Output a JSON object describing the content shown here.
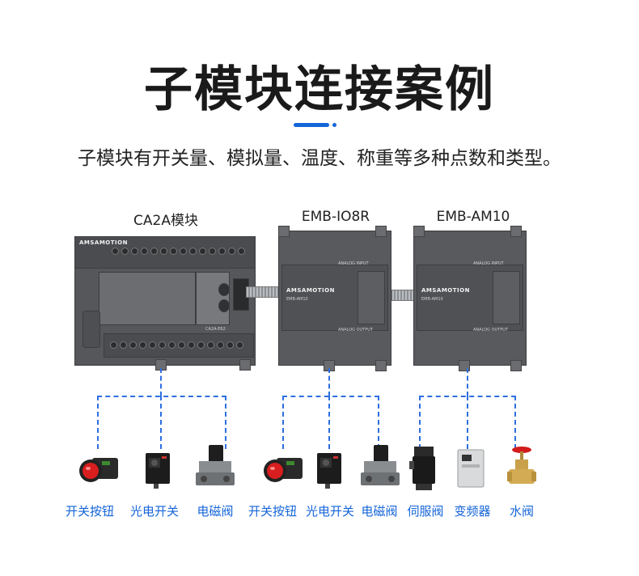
{
  "title": "子模块连接案例",
  "subtitle": "子模块有开关量、模拟量、温度、称重等多种点数和类型。",
  "accent_color": "#1565d8",
  "modules": [
    {
      "label": "CA2A模块",
      "brand": "AMSAMOTION",
      "model": "CA2A-E62"
    },
    {
      "label": "EMB-IO8R",
      "brand": "AMSAMOTION",
      "model": "EMB-AM10",
      "text_top": "ANALOG INPUT",
      "text_bottom": "ANALOG OUTPUT"
    },
    {
      "label": "EMB-AM10",
      "brand": "AMSAMOTION",
      "model": "EMB-AM10",
      "text_top": "ANALOG INPUT",
      "text_bottom": "ANALOG OUTPUT"
    }
  ],
  "devices": [
    {
      "label": "开关按钮",
      "icon": "push-button-icon"
    },
    {
      "label": "光电开关",
      "icon": "photoelectric-switch-icon"
    },
    {
      "label": "电磁阀",
      "icon": "solenoid-valve-icon"
    },
    {
      "label": "开关按钮",
      "icon": "push-button-icon"
    },
    {
      "label": "光电开关",
      "icon": "photoelectric-switch-icon"
    },
    {
      "label": "电磁阀",
      "icon": "solenoid-valve-icon"
    },
    {
      "label": "伺服阀",
      "icon": "servo-motor-icon"
    },
    {
      "label": "变频器",
      "icon": "inverter-icon"
    },
    {
      "label": "水阀",
      "icon": "water-valve-icon"
    }
  ]
}
